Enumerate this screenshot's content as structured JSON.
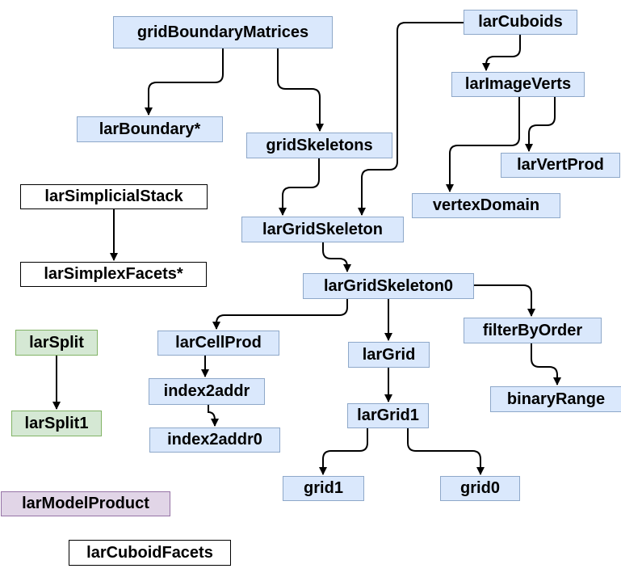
{
  "diagram": {
    "colors": {
      "blue_fill": "#dae8fc",
      "green_fill": "#d5e8d4",
      "purple_fill": "#e1d5e7",
      "white_fill": "#ffffff",
      "edge": "#000000"
    },
    "nodes": {
      "gridBoundaryMatrices": "gridBoundaryMatrices",
      "larBoundary": "larBoundary*",
      "gridSkeletons": "gridSkeletons",
      "larCuboids": "larCuboids",
      "larImageVerts": "larImageVerts",
      "larVertProd": "larVertProd",
      "vertexDomain": "vertexDomain",
      "larSimplicialStack": "larSimplicialStack",
      "larSimplexFacets": "larSimplexFacets*",
      "larGridSkeleton": "larGridSkeleton",
      "larGridSkeleton0": "larGridSkeleton0",
      "larSplit": "larSplit",
      "larSplit1": "larSplit1",
      "larCellProd": "larCellProd",
      "larGrid": "larGrid",
      "filterByOrder": "filterByOrder",
      "index2addr": "index2addr",
      "binaryRange": "binaryRange",
      "larGrid1": "larGrid1",
      "index2addr0": "index2addr0",
      "grid1": "grid1",
      "grid0": "grid0",
      "larModelProduct": "larModelProduct",
      "larCuboidFacets": "larCuboidFacets"
    },
    "edges": [
      [
        "gridBoundaryMatrices",
        "larBoundary"
      ],
      [
        "gridBoundaryMatrices",
        "gridSkeletons"
      ],
      [
        "gridSkeletons",
        "larGridSkeleton"
      ],
      [
        "larCuboids",
        "larGridSkeleton"
      ],
      [
        "larCuboids",
        "larImageVerts"
      ],
      [
        "larImageVerts",
        "vertexDomain"
      ],
      [
        "larImageVerts",
        "larVertProd"
      ],
      [
        "larSimplicialStack",
        "larSimplexFacets"
      ],
      [
        "larGridSkeleton",
        "larGridSkeleton0"
      ],
      [
        "larGridSkeleton0",
        "larCellProd"
      ],
      [
        "larGridSkeleton0",
        "larGrid"
      ],
      [
        "larGridSkeleton0",
        "filterByOrder"
      ],
      [
        "larSplit",
        "larSplit1"
      ],
      [
        "larCellProd",
        "index2addr"
      ],
      [
        "index2addr",
        "index2addr0"
      ],
      [
        "larGrid",
        "larGrid1"
      ],
      [
        "larGrid1",
        "grid1"
      ],
      [
        "larGrid1",
        "grid0"
      ],
      [
        "filterByOrder",
        "binaryRange"
      ]
    ]
  }
}
